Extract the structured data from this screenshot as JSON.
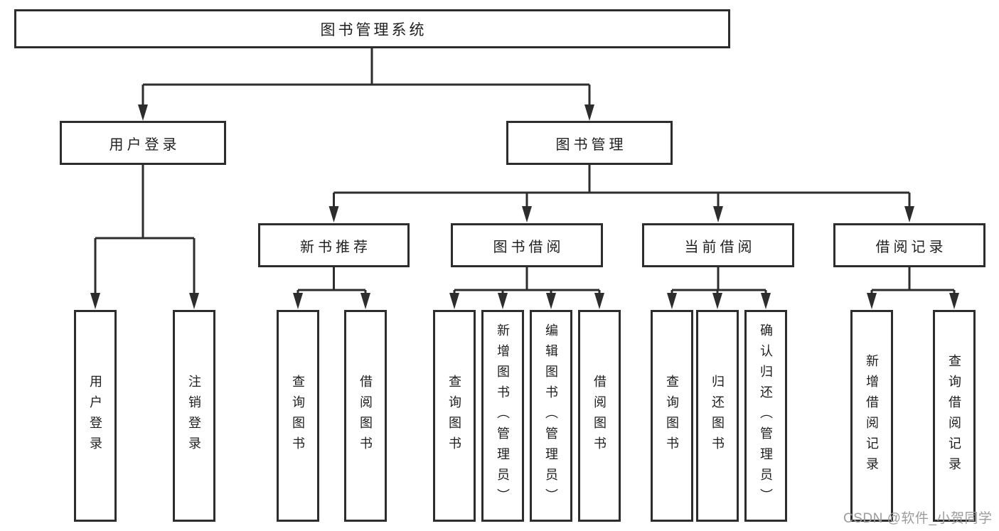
{
  "diagram": {
    "root": {
      "label": "图书管理系统"
    },
    "level2": [
      {
        "label": "用户登录"
      },
      {
        "label": "图书管理"
      }
    ],
    "level3": [
      {
        "label": "新书推荐"
      },
      {
        "label": "图书借阅"
      },
      {
        "label": "当前借阅"
      },
      {
        "label": "借阅记录"
      }
    ],
    "leaves": [
      {
        "label": "用户登录"
      },
      {
        "label": "注销登录"
      },
      {
        "label": "查询图书"
      },
      {
        "label": "借阅图书"
      },
      {
        "label": "查询图书"
      },
      {
        "label": "新增图书（管理员）"
      },
      {
        "label": "编辑图书（管理员）"
      },
      {
        "label": "借阅图书"
      },
      {
        "label": "查询图书"
      },
      {
        "label": "归还图书"
      },
      {
        "label": "确认归还（管理员）"
      },
      {
        "label": "新增借阅记录"
      },
      {
        "label": "查询借阅记录"
      }
    ]
  },
  "watermark": {
    "text": "CSDN @软件_小贺同学"
  },
  "colors": {
    "line": "#2d2d2d",
    "text": "#1f1f1f",
    "background": "#ffffff",
    "watermark": "#9c9c9c"
  }
}
